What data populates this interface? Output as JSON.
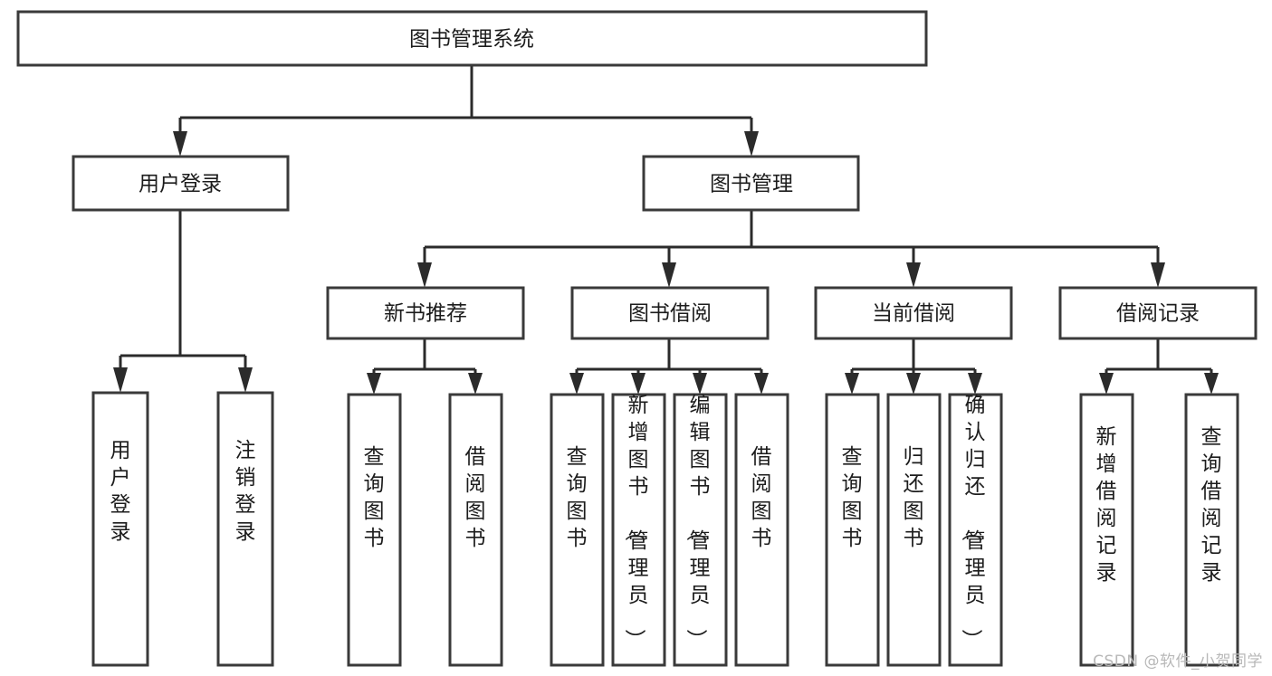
{
  "diagram": {
    "title": "图书管理系统",
    "type": "hierarchy-tree",
    "root": {
      "label": "图书管理系统"
    },
    "level2": [
      {
        "label": "用户登录"
      },
      {
        "label": "图书管理"
      }
    ],
    "level3": [
      {
        "label": "新书推荐",
        "parent": "图书管理"
      },
      {
        "label": "图书借阅",
        "parent": "图书管理"
      },
      {
        "label": "当前借阅",
        "parent": "图书管理"
      },
      {
        "label": "借阅记录",
        "parent": "图书管理"
      }
    ],
    "leaves": {
      "user_login": [
        {
          "label": "用户登录"
        },
        {
          "label": "注销登录"
        }
      ],
      "new_book_recommend": [
        {
          "label": "查询图书"
        },
        {
          "label": "借阅图书"
        }
      ],
      "book_borrow": [
        {
          "label": "查询图书"
        },
        {
          "label": "新增图书（管理员）"
        },
        {
          "label": "编辑图书（管理员）"
        },
        {
          "label": "借阅图书"
        }
      ],
      "current_borrow": [
        {
          "label": "查询图书"
        },
        {
          "label": "归还图书"
        },
        {
          "label": "确认归还（管理员）"
        }
      ],
      "borrow_record": [
        {
          "label": "新增借阅记录"
        },
        {
          "label": "查询借阅记录"
        }
      ]
    }
  },
  "watermark": {
    "text": "CSDN @软件_小贺同学"
  },
  "colors": {
    "box_stroke": "#3a3a3a",
    "connector": "#2b2b2b",
    "background": "#ffffff",
    "text": "#1c1c1c",
    "watermark": "#b8b8b8"
  }
}
